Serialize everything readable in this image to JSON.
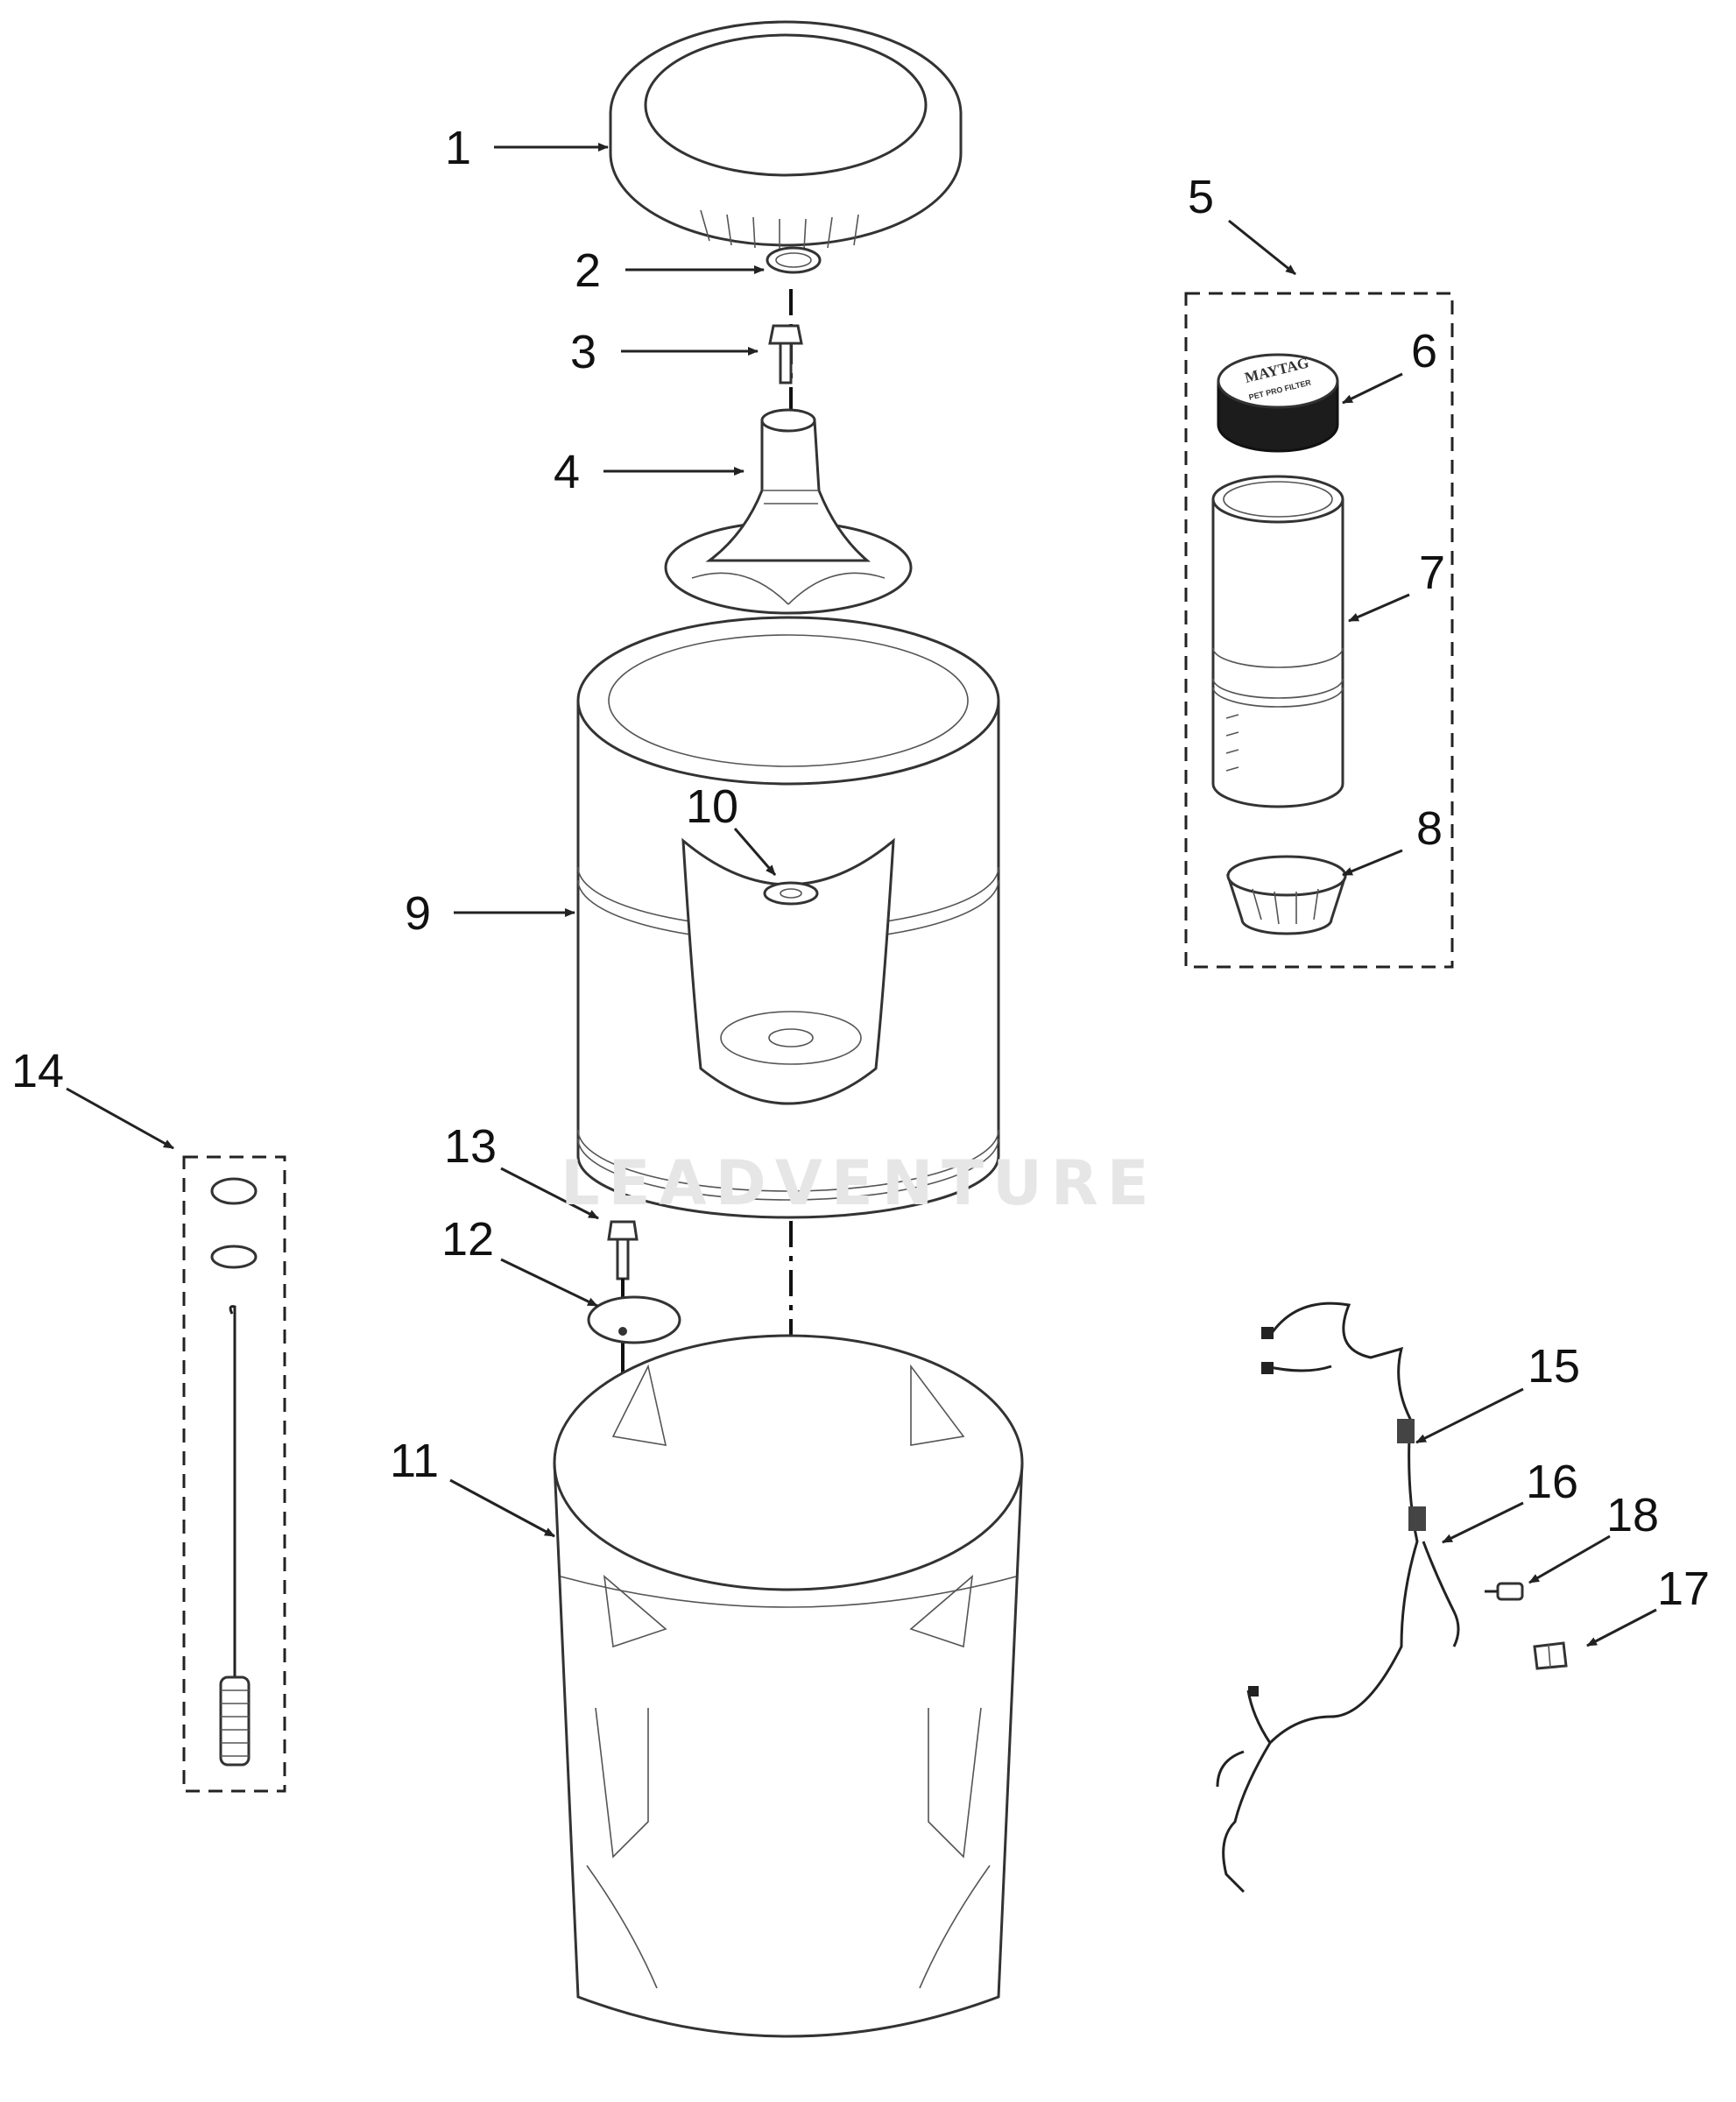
{
  "watermark": "LEADVENTURE",
  "filter_cap": {
    "brand": "MAYTAG",
    "product": "PET PRO FILTER"
  },
  "callouts": [
    "1",
    "2",
    "3",
    "4",
    "5",
    "6",
    "7",
    "8",
    "9",
    "10",
    "11",
    "12",
    "13",
    "14",
    "15",
    "16",
    "17",
    "18"
  ],
  "colors": {
    "line": "#222222",
    "background": "#ffffff",
    "watermark": "#e6e6e6"
  }
}
